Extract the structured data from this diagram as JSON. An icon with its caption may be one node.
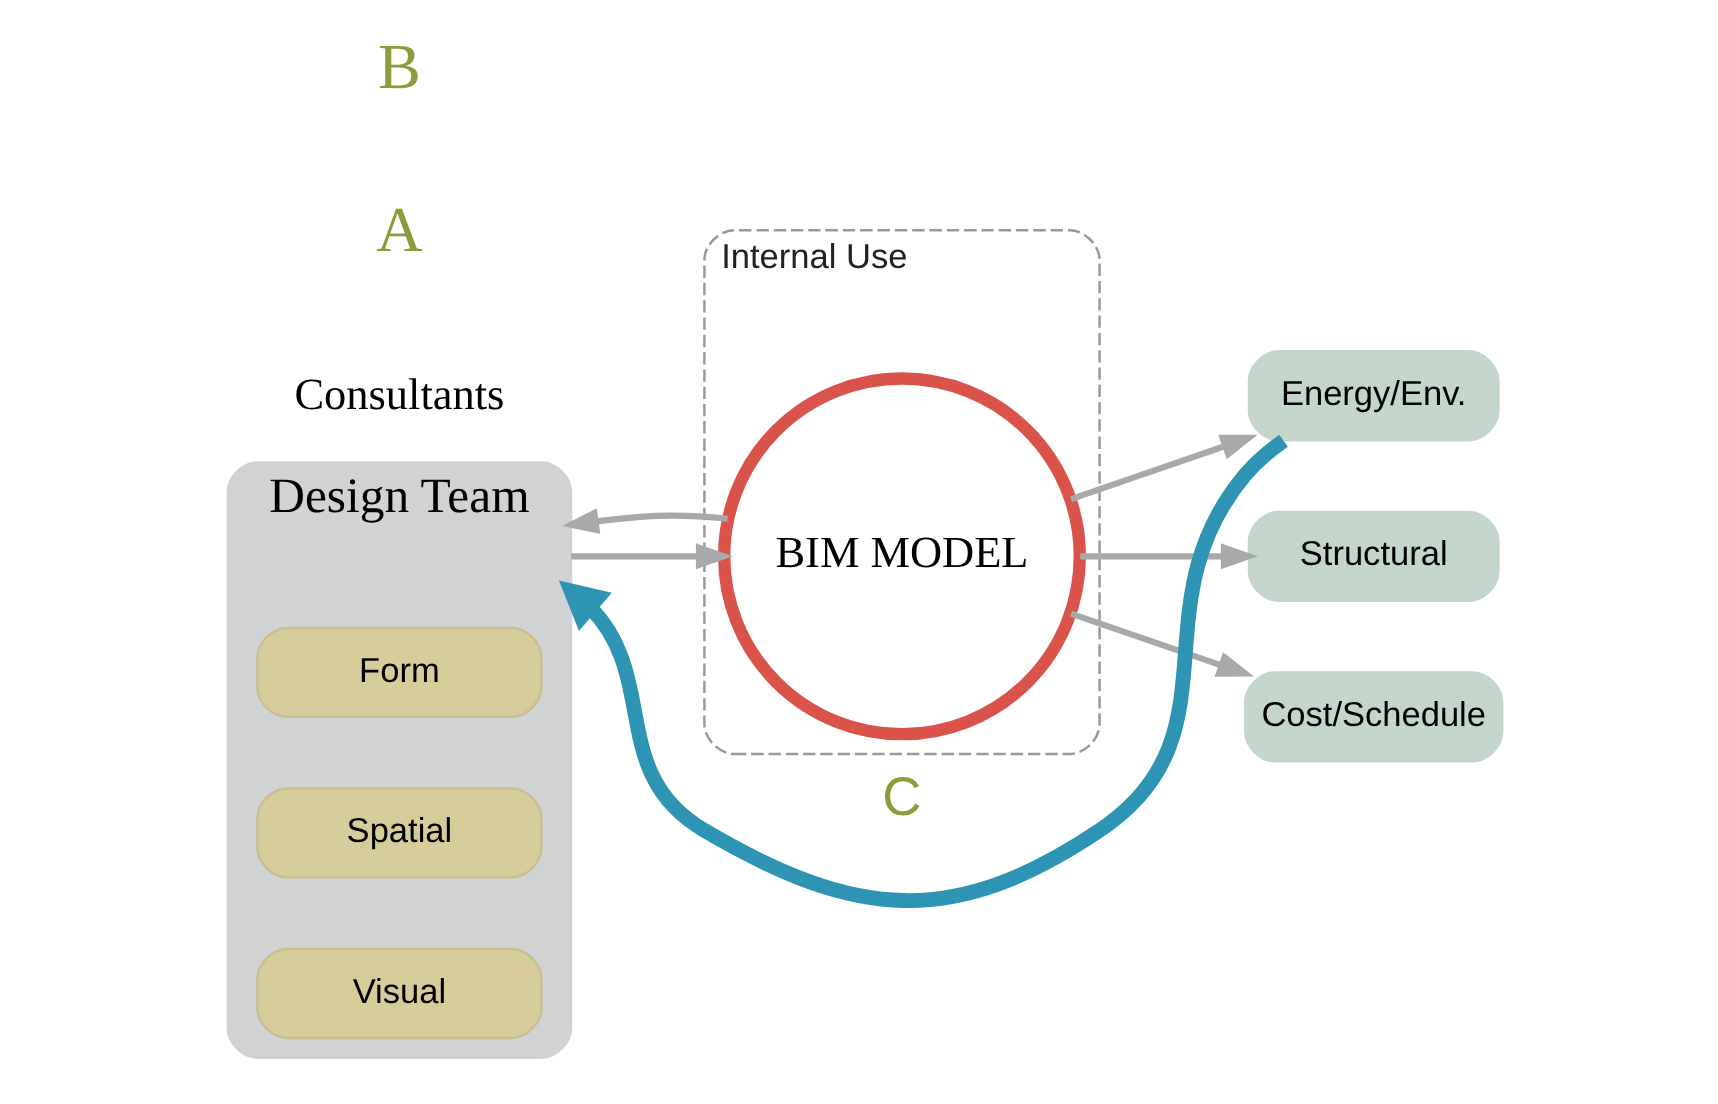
{
  "diagram": {
    "nodes": [
      {
        "text": [
          "Internal Use"
        ]
      },
      {
        "text": [
          "Design Team"
        ]
      },
      {
        "text": [
          "Form"
        ],
        "in": 1
      },
      {
        "text": [
          "Spatial"
        ],
        "in": 1
      },
      {
        "text": [
          "Visual"
        ],
        "in": 1
      },
      {
        "text": [
          "BIM MODEL"
        ],
        "in": 0
      },
      {
        "text": [
          "Energy/Env."
        ]
      },
      {
        "text": [
          "Structural"
        ]
      },
      {
        "text": [
          "Cost/Schedule"
        ]
      }
    ],
    "edges": [
      {
        "from": 1,
        "to": 5,
        "arrow": "to"
      },
      {
        "from": 5,
        "to": 1,
        "arrow": "to"
      },
      {
        "from": 5,
        "to": 6,
        "arrow": "to"
      },
      {
        "from": 5,
        "to": 7,
        "arrow": "to"
      },
      {
        "from": 5,
        "to": 8,
        "arrow": "to"
      },
      {
        "from": 6,
        "to": 1,
        "arrow": "to",
        "label": "C",
        "style": "thick",
        "color": "#2e94b4"
      }
    ],
    "labels": [
      "Consultants",
      "A",
      "B"
    ]
  }
}
